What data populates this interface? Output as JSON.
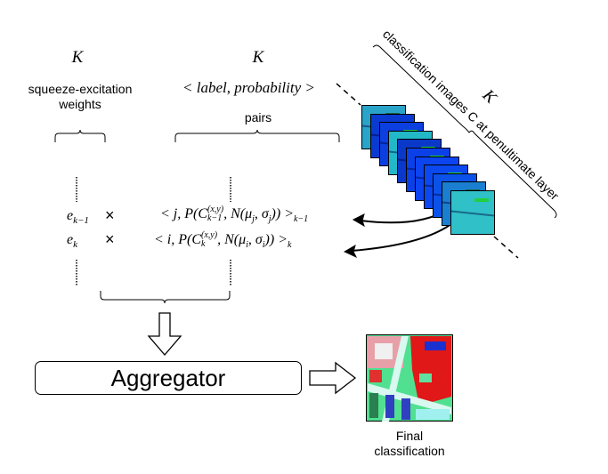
{
  "left_column": {
    "k_symbol": "K",
    "title_line1": "squeeze-excitation",
    "title_line2": "weights",
    "rows": [
      {
        "symbol": "e",
        "subscript": "k−1",
        "operator": "×"
      },
      {
        "symbol": "e",
        "subscript": "k",
        "operator": "×"
      }
    ]
  },
  "middle_column": {
    "k_symbol": "K",
    "pair_notation": "< label, probability >",
    "title": "pairs",
    "rows": [
      {
        "open": "< j, P(C",
        "sup": "(x,y)",
        "sub": "k−1",
        "rest": ", N(μ",
        "mu_sub": "j",
        "sigma": ", σ",
        "sigma_sub": "j",
        "close": ")) >",
        "close_sub": "k−1"
      },
      {
        "open": "< i, P(C",
        "sup": "(x,y)",
        "sub": "k",
        "rest": ", N(μ",
        "mu_sub": "i",
        "sigma": ", σ",
        "sigma_sub": "i",
        "close": ")) >",
        "close_sub": "k"
      }
    ]
  },
  "image_stack": {
    "label": "classification images C at penultimate layer",
    "k_symbol": "K",
    "tile_count": 11,
    "tile_colors": [
      "#2aa3c8",
      "#0a3ad0",
      "#0b3fe0",
      "#22b8c8",
      "#0a38c8",
      "#0b40e8",
      "#0c44f0",
      "#0b48f0",
      "#0b52e8",
      "#1a7fd0",
      "#2fc0c8"
    ]
  },
  "aggregator": {
    "label": "Aggregator"
  },
  "output": {
    "label_line1": "Final",
    "label_line2": "classification"
  },
  "colors": {
    "stroke": "#000000",
    "background": "#ffffff",
    "class_red": "#e01010",
    "class_green": "#30e080",
    "class_cyan": "#a0f0f0",
    "class_blue": "#1020c0"
  }
}
